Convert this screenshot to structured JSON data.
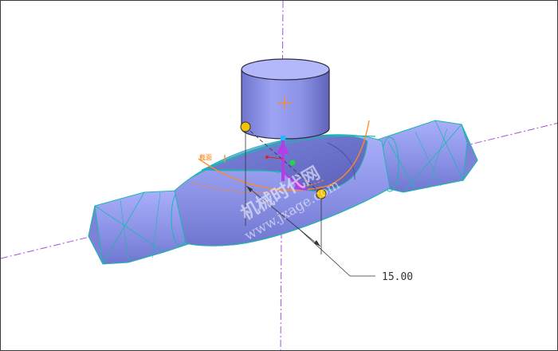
{
  "viewport": {
    "background": "#ffffff",
    "colors": {
      "surface": "#8e95e8",
      "surface_dark": "#6f76cf",
      "edge": "#19b7b0",
      "axis": "#a64fd6",
      "drag_handle": "#f2c200",
      "section_curve": "#ff8a1f",
      "manipulator": "#b13ee6"
    }
  },
  "annotations": {
    "section_label": "截面",
    "dimension_value": "15.00"
  },
  "watermark": {
    "line1": "机械时代网",
    "line2": "www.jxage.com"
  },
  "icons": {
    "drag_handle": "drag-handle-icon",
    "move_arrow": "drag-arrow-icon",
    "center": "center-cross-icon"
  }
}
